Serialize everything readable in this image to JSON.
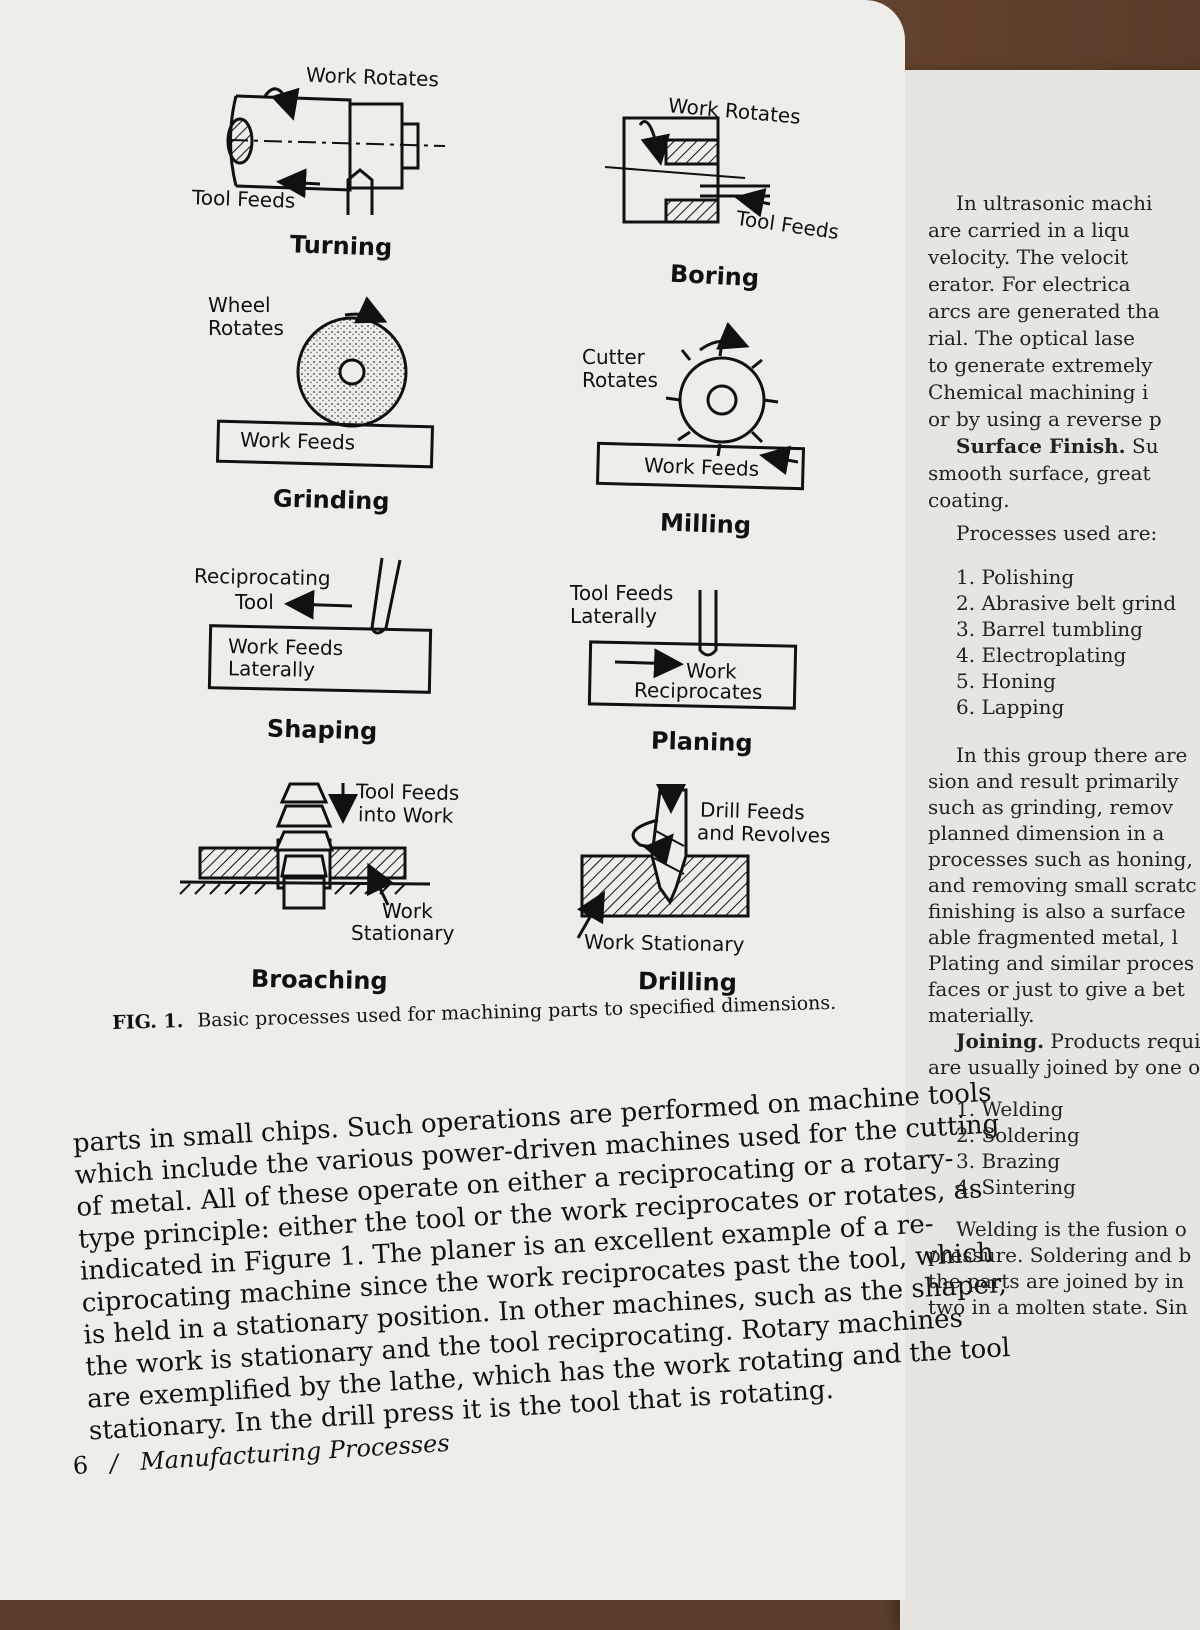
{
  "figure": {
    "processes": {
      "turning": {
        "label": "Turning",
        "note1": "Work Rotates",
        "note2": "Tool Feeds"
      },
      "boring": {
        "label": "Boring",
        "note1": "Work Rotates",
        "note2": "Tool Feeds"
      },
      "grinding": {
        "label": "Grinding",
        "note1a": "Wheel",
        "note1b": "Rotates",
        "note2": "Work Feeds"
      },
      "milling": {
        "label": "Milling",
        "note1a": "Cutter",
        "note1b": "Rotates",
        "note2": "Work Feeds"
      },
      "shaping": {
        "label": "Shaping",
        "note1a": "Reciprocating",
        "note1b": "Tool",
        "note2a": "Work Feeds",
        "note2b": "Laterally"
      },
      "planing": {
        "label": "Planing",
        "note1a": "Tool Feeds",
        "note1b": "Laterally",
        "note2a": "Work",
        "note2b": "Reciprocates"
      },
      "broaching": {
        "label": "Broaching",
        "note1a": "Tool Feeds",
        "note1b": "into Work",
        "note2a": "Work",
        "note2b": "Stationary"
      },
      "drilling": {
        "label": "Drilling",
        "note1a": "Drill Feeds",
        "note1b": "and Revolves",
        "note2": "Work Stationary"
      }
    },
    "caption_label": "FIG. 1.",
    "caption_text": "Basic processes used for machining parts to specified dimensions."
  },
  "body_lines": [
    "parts in small chips.  Such operations are performed on machine tools",
    "which include the various power-driven machines used for the cutting",
    "of metal.  All of these operate on either a reciprocating or a rotary-",
    "type principle: either the tool or the work reciprocates or rotates, as",
    "indicated in Figure 1.  The planer is an excellent example of a re-",
    "ciprocating machine since the work reciprocates past the tool, which",
    "is held in a stationary position.  In other machines, such as the shaper,",
    "the work is stationary and the tool reciprocating.  Rotary machines",
    "are exemplified by the lathe, which has the work rotating and the tool",
    "stationary.  In the drill press it is the tool that is rotating."
  ],
  "footer": {
    "page_number": "6",
    "separator": "/",
    "title": "Manufacturing Processes"
  },
  "right_page": {
    "lines_top": [
      "In ultrasonic machi",
      "are carried in a liqu",
      "velocity.  The velocit",
      "erator.  For electrica",
      "arcs are generated tha",
      "rial.  The optical lase",
      "to generate extremely",
      "Chemical machining i",
      "or by using a reverse p"
    ],
    "surface_head": "Surface Finish.",
    "surface_tail": "Su",
    "surface_lines": [
      "smooth surface, great",
      "coating."
    ],
    "processes_intro": "Processes used are:",
    "process_list": [
      "1. Polishing",
      "2. Abrasive belt grind",
      "3. Barrel tumbling",
      "4. Electroplating",
      "5. Honing",
      "6. Lapping"
    ],
    "group_lines": [
      "In this group there are",
      "sion and result primarily",
      "such as grinding, remov",
      "planned dimension in a",
      "processes such as honing,",
      "and removing small scratc",
      "finishing is also a surface",
      "able fragmented metal, l",
      "Plating and similar proces",
      "faces or just to give a bet",
      "materially."
    ],
    "joining_head": "Joining.",
    "joining_tail": "Products requi",
    "joining_line2": "are usually joined by one of",
    "joining_list": [
      "1. Welding",
      "2. Soldering",
      "3. Brazing",
      "4. Sintering"
    ],
    "welding_lines": [
      "Welding is the fusion o",
      "pressure.  Soldering and b",
      "the parts are joined by in",
      "two in a molten state.  Sin"
    ]
  }
}
